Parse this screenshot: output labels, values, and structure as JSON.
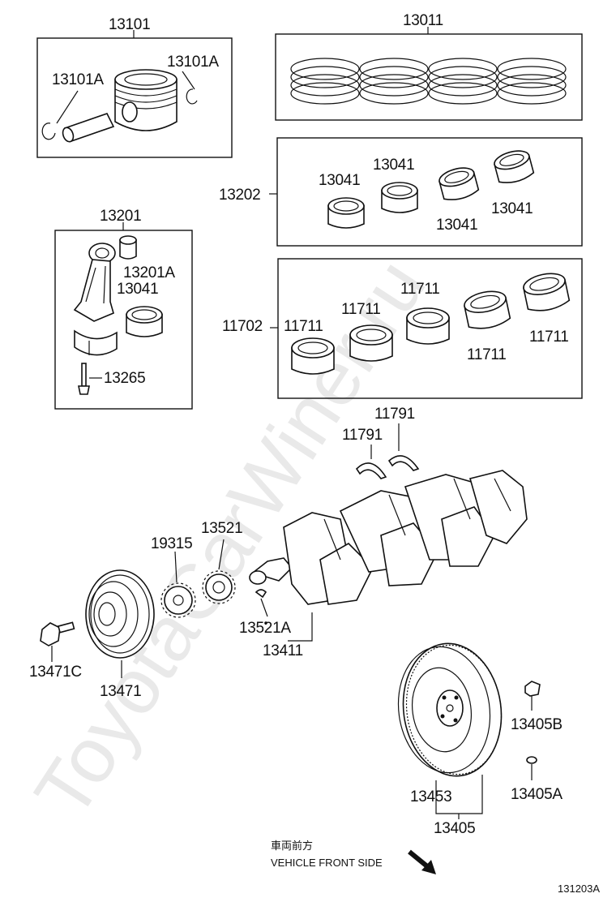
{
  "watermark": "ToyotaCarWiner.ru",
  "labels": {
    "p13101": "13101",
    "p13101A_l": "13101A",
    "p13101A_r": "13101A",
    "p13011": "13011",
    "p13202": "13202",
    "p13041_a": "13041",
    "p13041_b": "13041",
    "p13041_c": "13041",
    "p13041_d": "13041",
    "p13201": "13201",
    "p13201A": "13201A",
    "p13041_e": "13041",
    "p13265": "13265",
    "p11702": "11702",
    "p11711_a": "11711",
    "p11711_b": "11711",
    "p11711_c": "11711",
    "p11711_d": "11711",
    "p11711_e": "11711",
    "p11791_a": "11791",
    "p11791_b": "11791",
    "p13521": "13521",
    "p19315": "19315",
    "p13521A": "13521A",
    "p13411": "13411",
    "p13471C": "13471C",
    "p13471": "13471",
    "p13405B": "13405B",
    "p13405A": "13405A",
    "p13453": "13453",
    "p13405": "13405"
  },
  "direction": {
    "japanese": "車両前方",
    "english": "VEHICLE FRONT SIDE"
  },
  "figure_id": "131203A"
}
